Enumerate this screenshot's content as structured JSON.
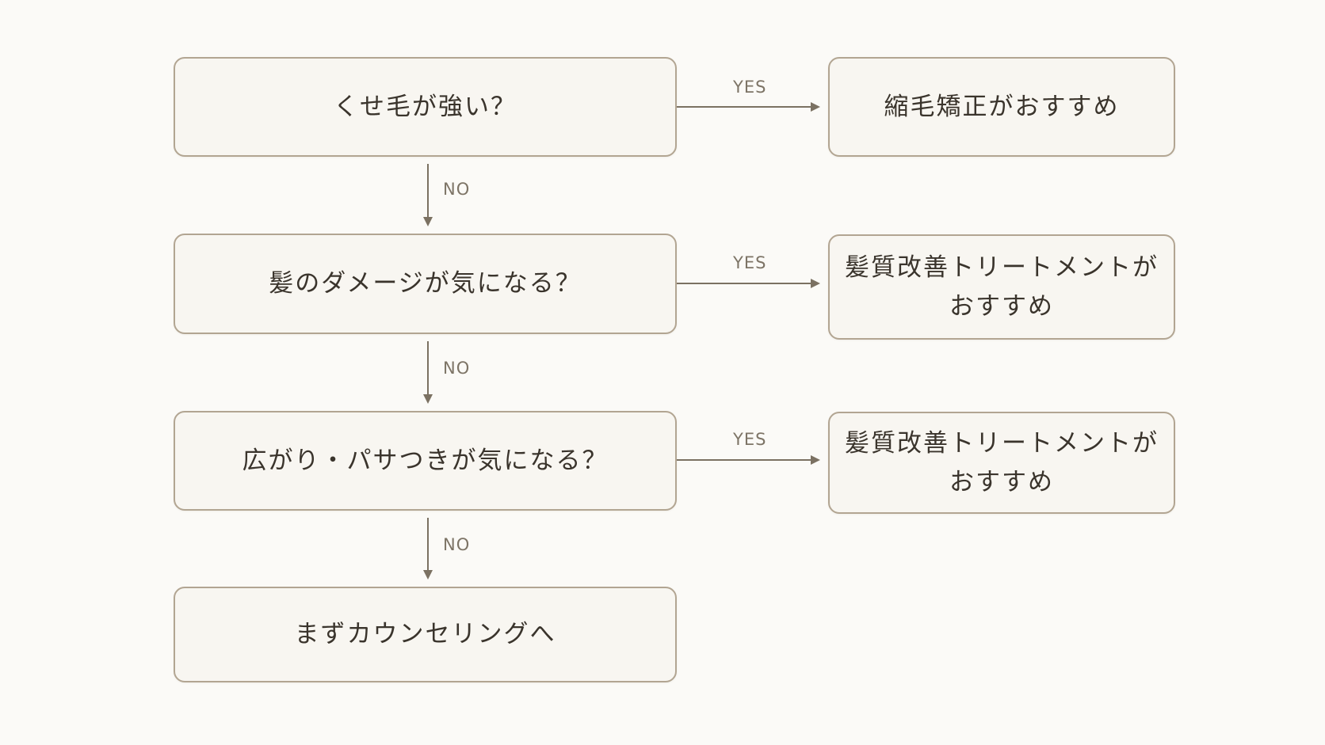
{
  "colors": {
    "background": "#fbfaf7",
    "box_fill": "#f8f6f1",
    "box_border": "#b2a592",
    "connector": "#7b7162",
    "text": "#3a342c",
    "label": "#7d7466"
  },
  "nodes": {
    "q1": "くせ毛が強い？",
    "q2": "髪のダメージが気になる？",
    "q3": "広がり・パサつきが気になる？",
    "end": "まずカウンセリングへ",
    "r1": "縮毛矯正がおすすめ",
    "r2_line1": "髪質改善トリートメントが",
    "r2_line2": "おすすめ",
    "r3_line1": "髪質改善トリートメントが",
    "r3_line2": "おすすめ"
  },
  "labels": {
    "yes1": "YES",
    "yes2": "YES",
    "yes3": "YES",
    "no1": "NO",
    "no2": "NO",
    "no3": "NO"
  }
}
